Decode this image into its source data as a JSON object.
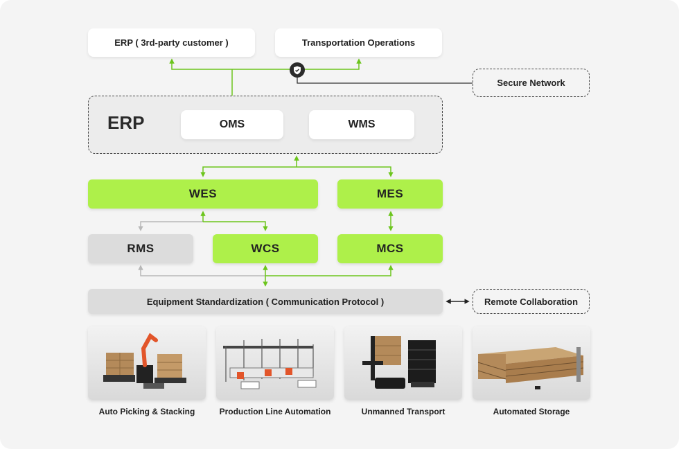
{
  "top_nodes": {
    "erp_customer": "ERP ( 3rd-party customer )",
    "transportation": "Transportation Operations"
  },
  "secure_network": "Secure Network",
  "erp_group": {
    "title": "ERP",
    "oms": "OMS",
    "wms": "WMS"
  },
  "layers": {
    "wes": "WES",
    "mes": "MES",
    "rms": "RMS",
    "wcs": "WCS",
    "mcs": "MCS",
    "equipment": "Equipment Standardization ( Communication Protocol )"
  },
  "remote_collaboration": "Remote Collaboration",
  "cards": [
    {
      "label": "Auto Picking & Stacking"
    },
    {
      "label": "Production Line Automation"
    },
    {
      "label": "Unmanned Transport"
    },
    {
      "label": "Automated Storage"
    }
  ],
  "colors": {
    "accent_green": "#aef04a",
    "line_green": "#6cc51d",
    "line_grey": "#b8b8b8",
    "dark": "#222222"
  },
  "icons": [
    "shield-check-icon"
  ]
}
